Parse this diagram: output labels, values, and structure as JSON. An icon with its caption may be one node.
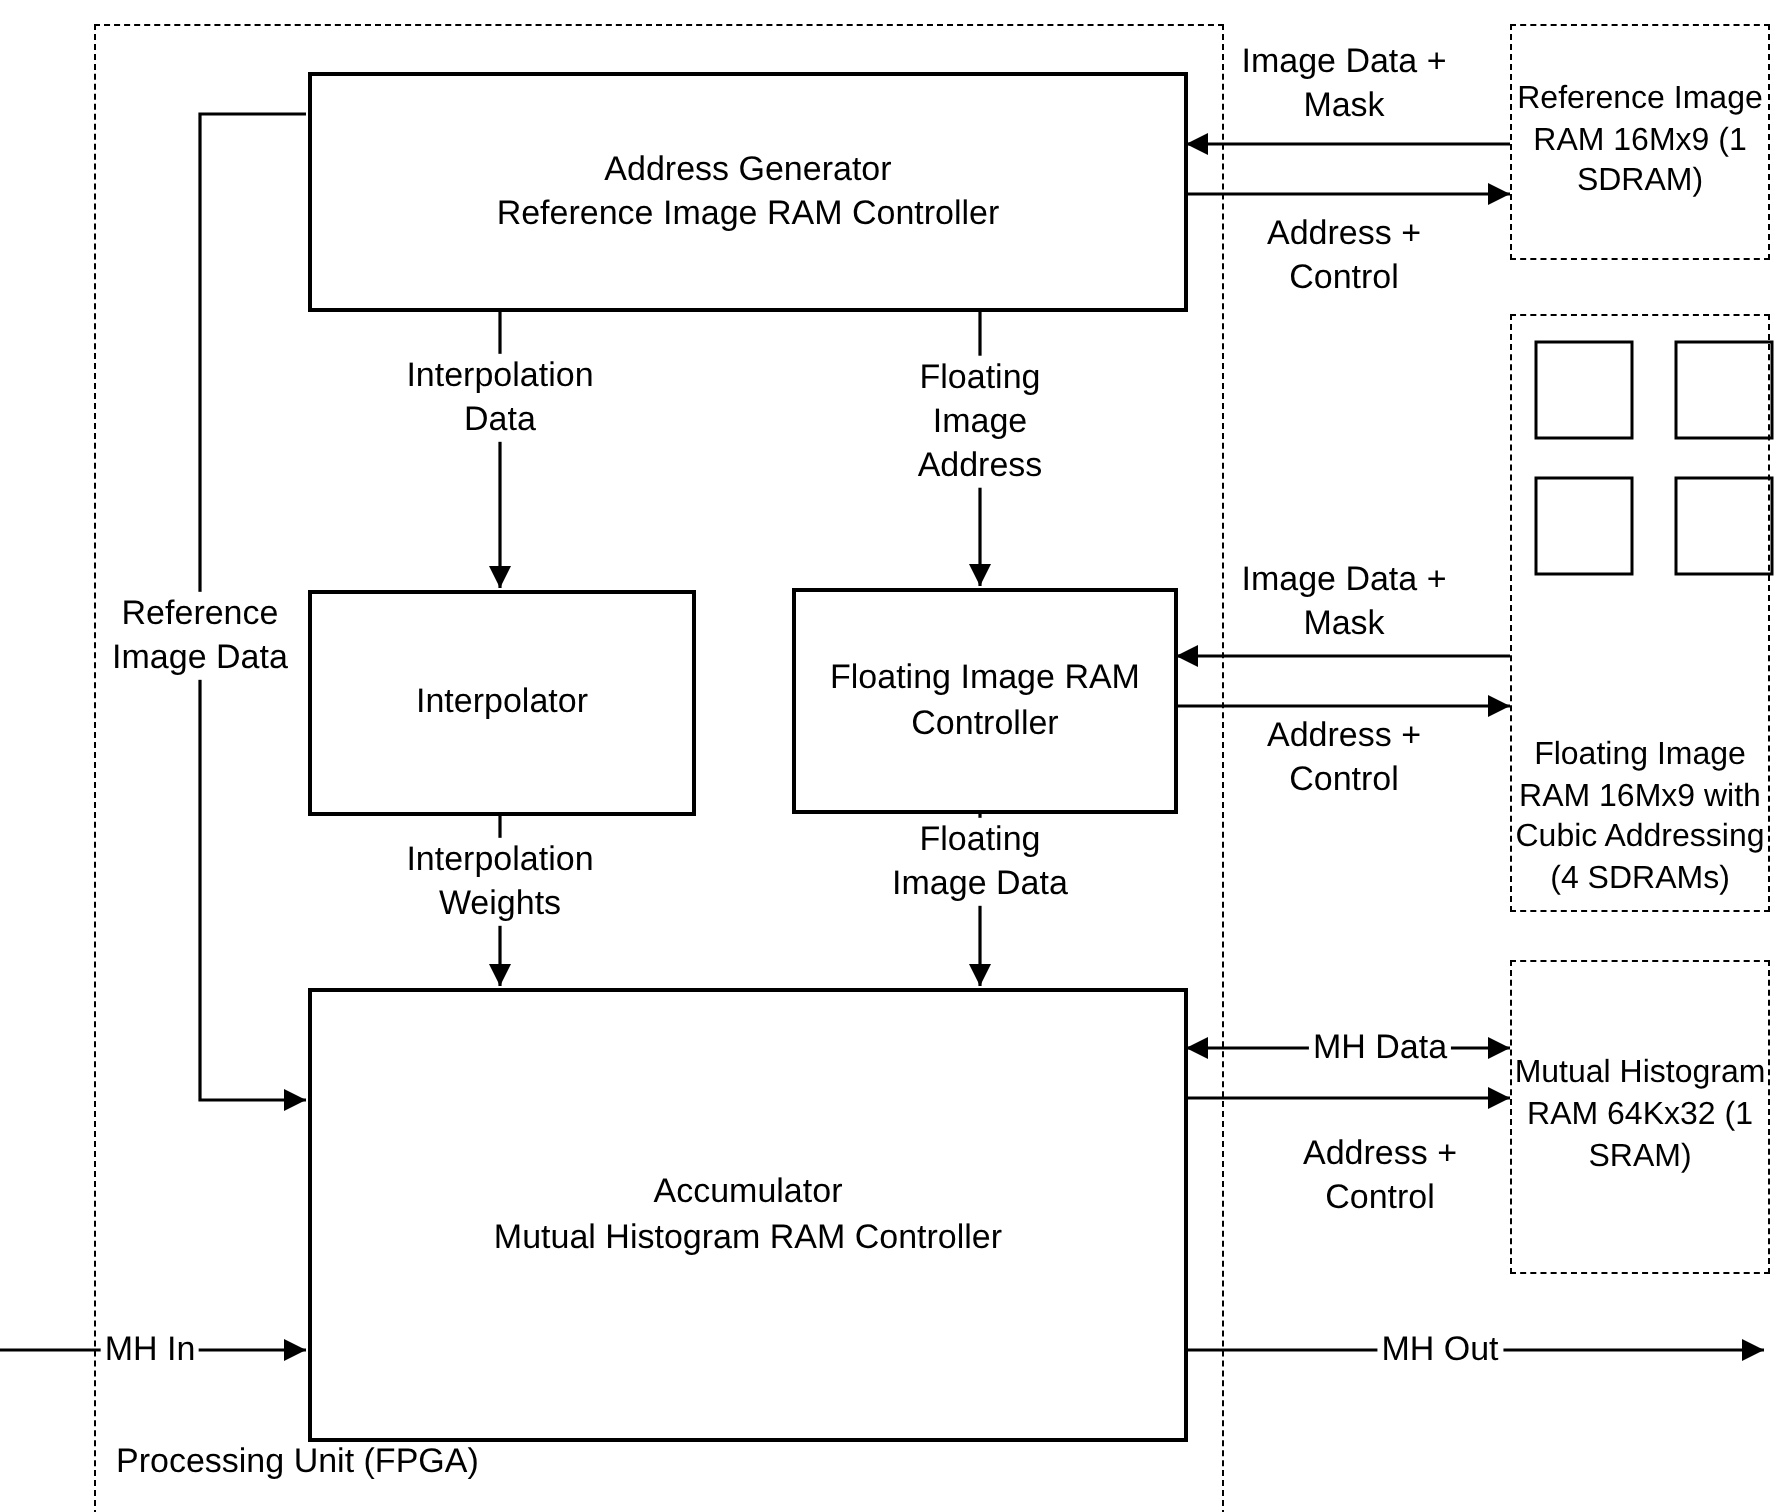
{
  "diagram": {
    "nodes": [
      {
        "text": [
          "Processing Unit (FPGA)"
        ]
      },
      {
        "text": [
          "Address Generator",
          "Reference Image RAM Controller"
        ],
        "in": 0
      },
      {
        "text": [
          "Interpolator"
        ],
        "in": 0
      },
      {
        "text": [
          "Floating Image RAM Controller"
        ],
        "in": 0
      },
      {
        "text": [
          "Accumulator",
          "Mutual Histogram RAM Controller"
        ],
        "in": 0
      },
      {
        "text": [
          "Reference Image RAM 16Mx9 (1 SDRAM)"
        ]
      },
      {
        "text": [
          "Floating Image RAM 16Mx9 with Cubic Addressing (4 SDRAMs)"
        ]
      },
      {
        "text": [
          "Mutual Histogram RAM 64Kx32 (1 SRAM)"
        ]
      }
    ],
    "edges": [
      {
        "from": 5,
        "to": 1,
        "arrow": "to",
        "label": "Image Data + Mask"
      },
      {
        "from": 1,
        "to": 5,
        "arrow": "to",
        "label": "Address + Control"
      },
      {
        "from": 1,
        "to": 2,
        "arrow": "to",
        "label": "Interpolation Data"
      },
      {
        "from": 1,
        "to": 3,
        "arrow": "to",
        "label": "Floating Image Address"
      },
      {
        "from": 6,
        "to": 3,
        "arrow": "to",
        "label": "Image Data + Mask"
      },
      {
        "from": 3,
        "to": 6,
        "arrow": "to",
        "label": "Address + Control"
      },
      {
        "from": 2,
        "to": 4,
        "arrow": "to",
        "label": "Interpolation Weights"
      },
      {
        "from": 3,
        "to": 4,
        "arrow": "to",
        "label": "Floating Image Data"
      },
      {
        "from": 1,
        "to": 4,
        "arrow": "to",
        "label": "Reference Image Data"
      },
      {
        "from": 4,
        "to": 7,
        "arrow": "both",
        "label": "MH Data"
      },
      {
        "from": 4,
        "to": 7,
        "arrow": "to",
        "label": "Address + Control"
      },
      {
        "from": null,
        "to": 4,
        "arrow": "to",
        "label": "MH In"
      },
      {
        "from": 4,
        "to": null,
        "arrow": "to",
        "label": "MH Out"
      }
    ]
  }
}
